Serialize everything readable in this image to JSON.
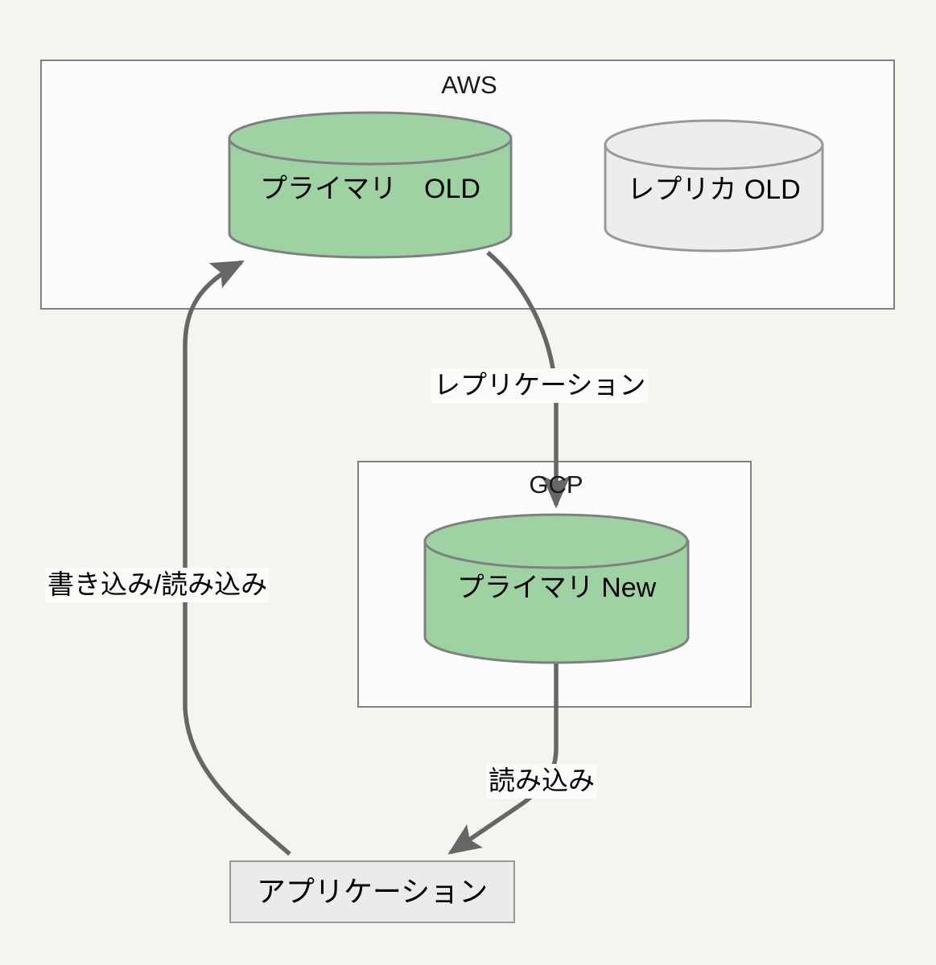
{
  "diagram": {
    "title": "AWS to GCP database replication diagram",
    "background_color": "#f5f4ef",
    "groups": [
      {
        "id": "aws",
        "label": "AWS",
        "fill": "#fcfcfc",
        "stroke": "#808080"
      },
      {
        "id": "gcp",
        "label": "GCP",
        "fill": "#fcfcfc",
        "stroke": "#808080"
      }
    ],
    "nodes": [
      {
        "id": "primary-old",
        "shape": "cylinder",
        "label": "プライマリ　OLD",
        "fill": "#9ed2a2",
        "stroke": "#808080",
        "group": "aws"
      },
      {
        "id": "replica-old",
        "shape": "cylinder",
        "label": "レプリカ OLD",
        "fill": "#ededed",
        "stroke": "#999999",
        "group": "aws"
      },
      {
        "id": "primary-new",
        "shape": "cylinder",
        "label": "プライマリ New",
        "fill": "#9ed2a2",
        "stroke": "#808080",
        "group": "gcp"
      },
      {
        "id": "application",
        "shape": "rectangle",
        "label": "アプリケーション",
        "fill": "#ebebeb",
        "stroke": "#999999",
        "group": null
      }
    ],
    "edges": [
      {
        "id": "replication",
        "label": "レプリケーション",
        "from": "primary-old",
        "to": "primary-new",
        "stroke": "#666666"
      },
      {
        "id": "write-read",
        "label": "書き込み/読み込み",
        "from": "application",
        "to": "primary-old",
        "stroke": "#666666"
      },
      {
        "id": "read",
        "label": "読み込み",
        "from": "primary-new",
        "to": "application",
        "stroke": "#666666"
      }
    ]
  }
}
